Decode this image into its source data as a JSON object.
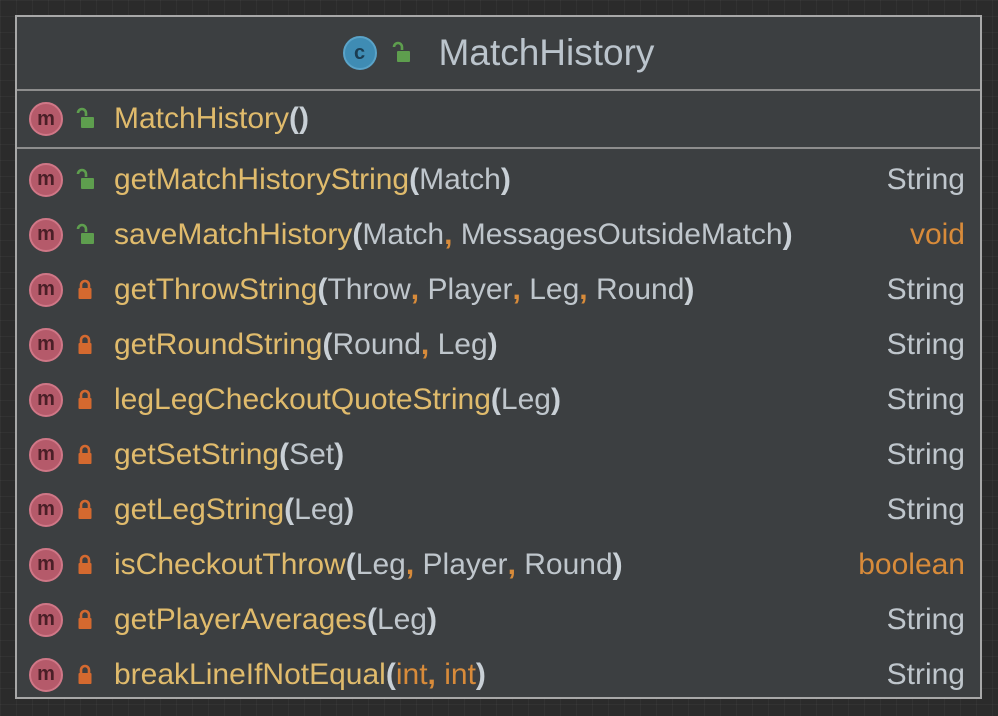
{
  "class": {
    "name": "MatchHistory",
    "icon": "c",
    "visibility": "public"
  },
  "constructor": {
    "name": "MatchHistory",
    "params": [],
    "visibility": "public"
  },
  "methods": [
    {
      "name": "getMatchHistoryString",
      "params": [
        "Match"
      ],
      "returns": "String",
      "visibility": "public"
    },
    {
      "name": "saveMatchHistory",
      "params": [
        "Match",
        "MessagesOutsideMatch"
      ],
      "returns": "void",
      "visibility": "public"
    },
    {
      "name": "getThrowString",
      "params": [
        "Throw",
        "Player",
        "Leg",
        "Round"
      ],
      "returns": "String",
      "visibility": "private"
    },
    {
      "name": "getRoundString",
      "params": [
        "Round",
        "Leg"
      ],
      "returns": "String",
      "visibility": "private"
    },
    {
      "name": "legLegCheckoutQuoteString",
      "params": [
        "Leg"
      ],
      "returns": "String",
      "visibility": "private"
    },
    {
      "name": "getSetString",
      "params": [
        "Set"
      ],
      "returns": "String",
      "visibility": "private"
    },
    {
      "name": "getLegString",
      "params": [
        "Leg"
      ],
      "returns": "String",
      "visibility": "private"
    },
    {
      "name": "isCheckoutThrow",
      "params": [
        "Leg",
        "Player",
        "Round"
      ],
      "returns": "boolean",
      "visibility": "private"
    },
    {
      "name": "getPlayerAverages",
      "params": [
        "Leg"
      ],
      "returns": "String",
      "visibility": "private"
    },
    {
      "name": "breakLineIfNotEqual",
      "params": [
        "int",
        "int"
      ],
      "returns": "String",
      "visibility": "private"
    }
  ],
  "icons": {
    "class_icon_label": "c",
    "method_icon_label": "m",
    "public_lock": "unlocked-lock-icon",
    "private_lock": "locked-lock-icon"
  },
  "colors": {
    "class_icon": "#3f8cb4",
    "method_icon": "#b55a6a",
    "public_lock": "#5e9e4e",
    "private_lock": "#d4692f",
    "method_name": "#e0bb6c",
    "keyword": "#d88b3a",
    "type": "#bfc6cc"
  }
}
